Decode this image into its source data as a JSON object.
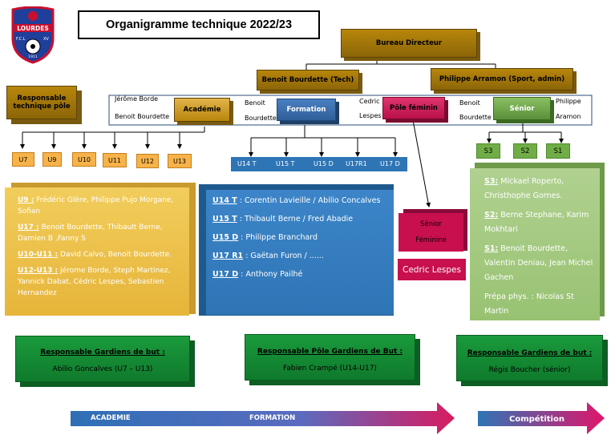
{
  "title": "Organigramme technique  2022/23",
  "logo": {
    "text": "LOURDES",
    "sub1": "F.C.L",
    "sub2": "XV",
    "year": "1911"
  },
  "bureau": "Bureau Directeur",
  "benoit_tech": "Benoit Bourdette (Tech)",
  "philippe_sport": "Philippe Arramon (Sport, admin)",
  "responsable_tech": "Responsable technique pôle",
  "academie": {
    "label": "Académie",
    "name1": "Jérôme  Borde",
    "name2": "Benoit Bourdette"
  },
  "formation": {
    "label": "Formation",
    "name1": "Benoit",
    "name2": "Bourdette"
  },
  "pole_feminin": {
    "label": "Pôle féminin",
    "name1": "Cedric",
    "name2": "Lespes"
  },
  "senior": {
    "label": "Sénior",
    "left1": "Benoit",
    "left2": "Bourdette",
    "right1": "Philippe",
    "right2": "Aramon"
  },
  "academie_teams": [
    "U7",
    "U9",
    "U10",
    "U11",
    "U12",
    "U13"
  ],
  "formation_teams": [
    "U14 T",
    "U15 T",
    "U15 D",
    "U17R1",
    "U17 D"
  ],
  "senior_teams": [
    "S3",
    "S2",
    "S1"
  ],
  "yellow_panel": [
    {
      "head": "U9 :",
      "text": " Frédéric Glère, Philippe Pujo Morgane, Sofian"
    },
    {
      "head": "U17 :",
      "text": " Benoit Bourdette, Thibault Berne, Damien B ,Fanny S"
    },
    {
      "head": "U10-U11 :",
      "text": " David Calvo, Benoit Bourdette."
    },
    {
      "head": "U12-U13 :",
      "text": " Jérome Borde, Steph Martinez, Yannick Dabat, Cédric Lespes, Sebastien Hernandez"
    }
  ],
  "blue_panel": [
    {
      "head": "U14 T",
      "text": " : Corentin Lavieille / Abilio Concalves"
    },
    {
      "head": "U15 T",
      "text": " : Thibault Berne / Fred Abadie"
    },
    {
      "head": "U15 D",
      "text": " : Philippe Branchard"
    },
    {
      "head": "U17 R1",
      "text": " : Gaëtan Furon / ......"
    },
    {
      "head": "U17 D",
      "text": " : Anthony Pailhé"
    }
  ],
  "senior_feminine": {
    "line1": "Sénior",
    "line2": "Féminine"
  },
  "cedric_lespes": "Cedric Lespes",
  "green_panel": [
    {
      "head": "S3:",
      "text": " Mickael Roperto, Christhophe Gornes."
    },
    {
      "head": "S2:",
      "text": " Berne Stephane, Karim Mokhtari"
    },
    {
      "head": "S1:",
      "text": " Benoit Bourdette, Valentin Deniau, Jean Michel Gachen"
    },
    {
      "head": "",
      "text": "Prépa phys. : Nicolas St Martin"
    }
  ],
  "gardiens": [
    {
      "title": "Responsable Gardiens de but :",
      "name": "Abilio Goncalves (U7 – U13)"
    },
    {
      "title": "Responsable Pôle Gardiens de But :",
      "name": "Fabien Crampé (U14-U17)"
    },
    {
      "title": "Responsable Gardiens de but :",
      "name": "Régis Boucher (sénior)"
    }
  ],
  "arrow1": {
    "left": "ACADEMIE",
    "right": "FORMATION"
  },
  "arrow2": "Compétition",
  "colors": {
    "gold": "#b8860b",
    "blue": "#2e75b6",
    "green": "#70ad47",
    "pink": "#c00050",
    "yellow": "#f7b34a"
  }
}
